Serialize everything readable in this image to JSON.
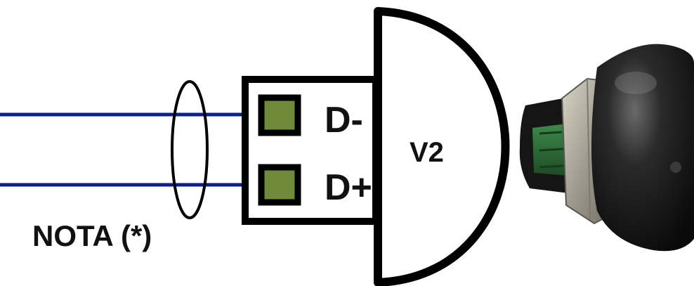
{
  "diagram": {
    "device_label": "V2",
    "terminals": [
      {
        "label": "D-"
      },
      {
        "label": "D+"
      }
    ],
    "note_label": "NOTA (*)"
  },
  "colors": {
    "wire": "#0b1f8f",
    "terminal_fill": "#6e8a3a",
    "outline": "#000000",
    "device_body": "#1c1c1c",
    "device_nut": "#b8b4a6",
    "device_insert": "#2f6b3a"
  },
  "icons": {
    "photo": "device-photo-icon"
  }
}
